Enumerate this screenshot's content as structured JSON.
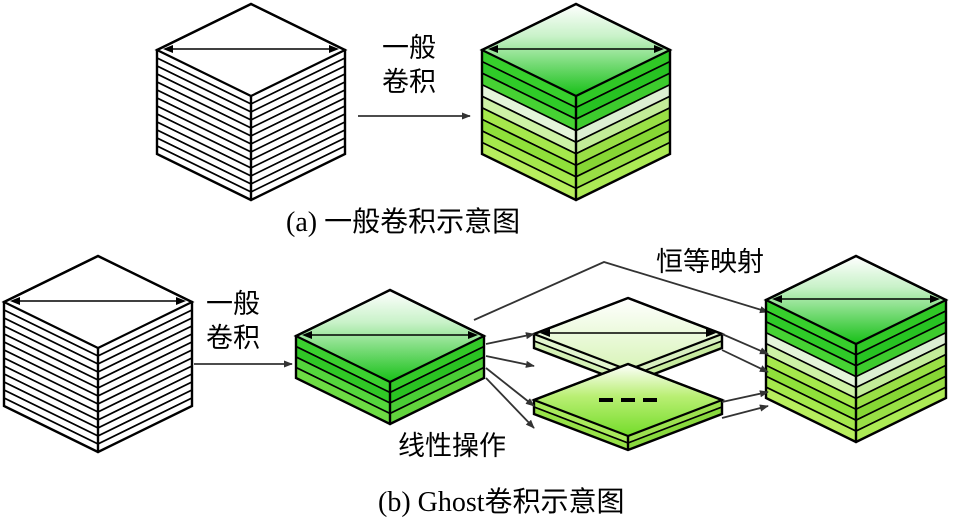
{
  "panel_a": {
    "arrow_label_line1": "一般",
    "arrow_label_line2": "卷积",
    "caption": "(a) 一般卷积示意图"
  },
  "panel_b": {
    "arrow_label_line1": "一般",
    "arrow_label_line2": "卷积",
    "identity_label": "恒等映射",
    "linear_ops_label": "线性操作",
    "caption": "(b) Ghost卷积示意图"
  },
  "colors": {
    "outline": "#000000",
    "feature_green_dark": "#1fc81f",
    "feature_green_light": "#98ea3a",
    "ghost_green_pale": "#d6f5b0",
    "ghost_green_bright": "#8ee640",
    "input_fill": "#ffffff"
  }
}
